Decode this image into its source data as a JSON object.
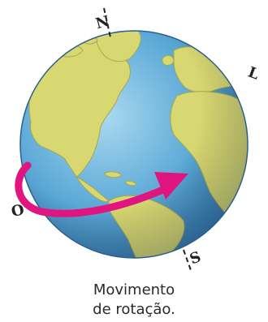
{
  "diagram": {
    "compass": {
      "north": "N",
      "east": "L",
      "south": "S",
      "west": "O"
    },
    "caption": {
      "line1": "Movimento",
      "line2": "de rotação."
    },
    "colors": {
      "ocean": "#5aa8d6",
      "land": "#d8d873",
      "arrow": "#e0157f"
    }
  }
}
